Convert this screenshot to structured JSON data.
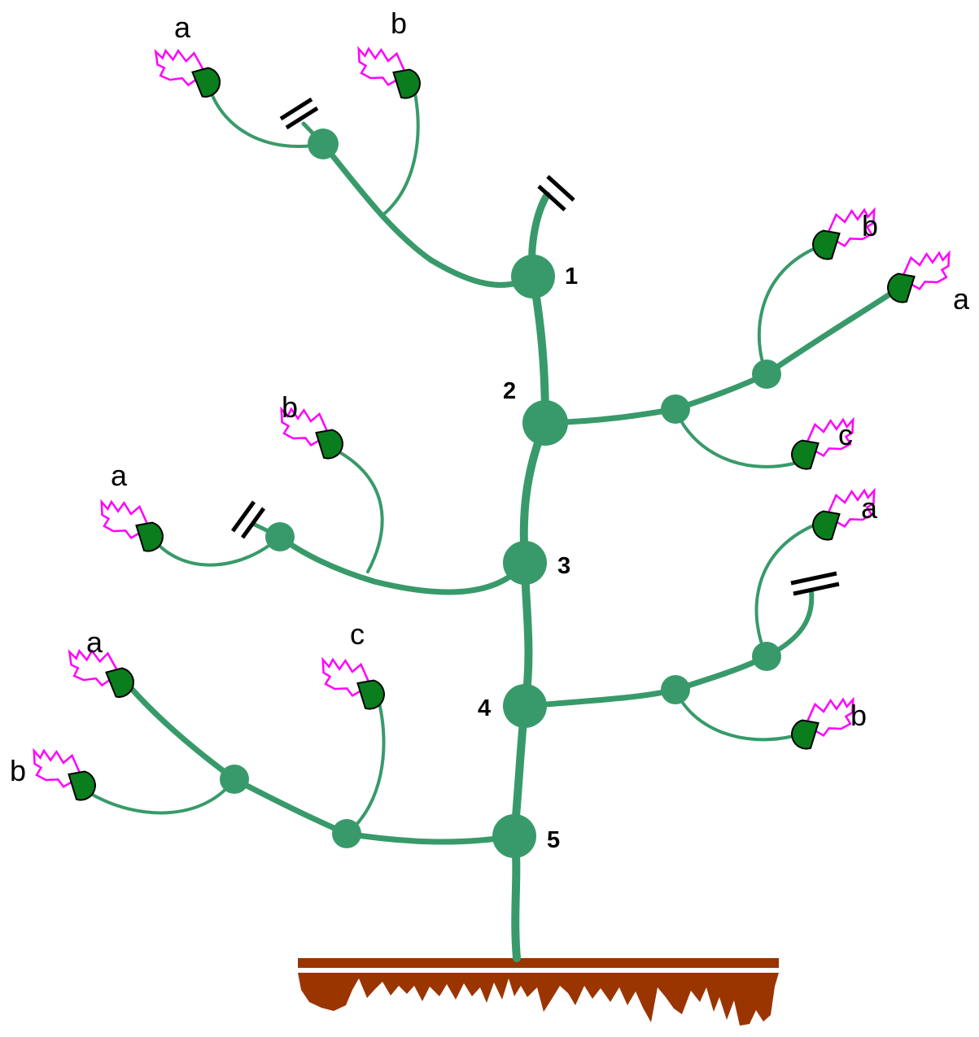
{
  "colors": {
    "stem": "#389a6a",
    "sepal": "#0a7d1d",
    "petal": "#ff00ff",
    "soil": "#9a3500",
    "text": "#000000"
  },
  "nodes": {
    "n1": "1",
    "n2": "2",
    "n3": "3",
    "n4": "4",
    "n5": "5"
  },
  "flowers": {
    "b1a": "a",
    "b1b": "b",
    "b2b": "b",
    "b2a": "a",
    "b2c": "c",
    "b3b": "b",
    "b3a": "a",
    "b4a": "a",
    "b4b": "b",
    "b5a": "a",
    "b5c": "c",
    "b5b": "b"
  }
}
